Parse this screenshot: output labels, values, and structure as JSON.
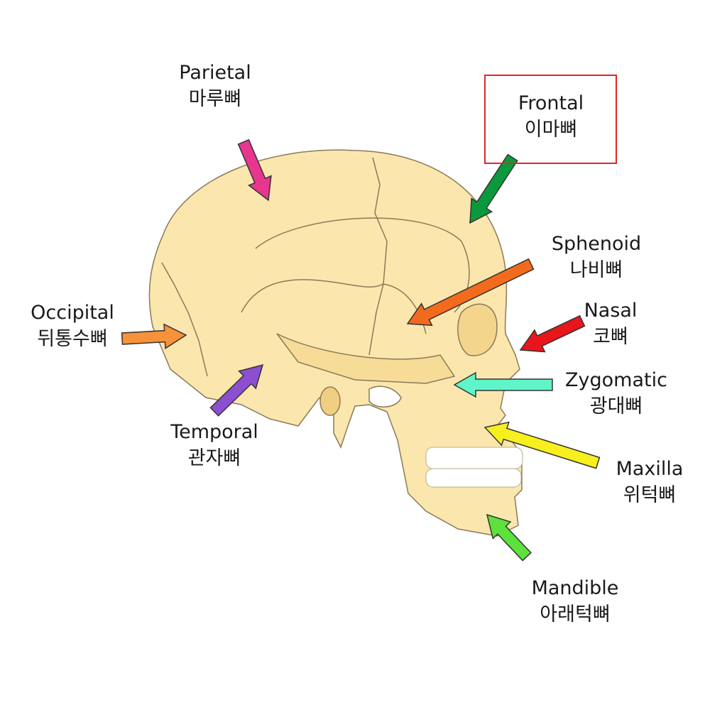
{
  "labels": {
    "parietal": {
      "en": "Parietal",
      "ko": "마루뼈",
      "arrow_color": "#e8368f"
    },
    "frontal": {
      "en": "Frontal",
      "ko": "이마뼈",
      "arrow_color": "#0a9a3c",
      "highlighted": true,
      "highlight_color": "#e0262a"
    },
    "sphenoid": {
      "en": "Sphenoid",
      "ko": "나비뼈",
      "arrow_color": "#f26b1d"
    },
    "nasal": {
      "en": "Nasal",
      "ko": "코뼈",
      "arrow_color": "#e8151b"
    },
    "occipital": {
      "en": "Occipital",
      "ko": "뒤통수뼈",
      "arrow_color": "#f5923a"
    },
    "zygomatic": {
      "en": "Zygomatic",
      "ko": "광대뼈",
      "arrow_color": "#5ff5c8"
    },
    "temporal": {
      "en": "Temporal",
      "ko": "관자뼈",
      "arrow_color": "#8b4fcf"
    },
    "maxilla": {
      "en": "Maxilla",
      "ko": "위턱뼈",
      "arrow_color": "#f8f01e"
    },
    "mandible": {
      "en": "Mandible",
      "ko": "아래턱뼈",
      "arrow_color": "#5de23c"
    }
  },
  "colors": {
    "bone": "#fbe6ad",
    "bone_outline": "#8a7a5a",
    "teeth": "#ffffff"
  }
}
